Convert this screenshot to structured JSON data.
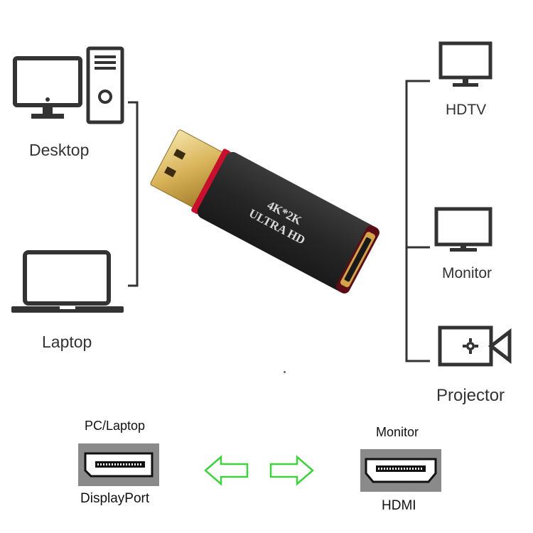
{
  "sources": {
    "desktop_label": "Desktop",
    "laptop_label": "Laptop"
  },
  "displays": {
    "hdtv_label": "HDTV",
    "monitor_label": "Monitor",
    "projector_label": "Projector"
  },
  "adapter": {
    "line1": "4K*2K",
    "line2": "ULTRA HD"
  },
  "ports": {
    "input_top_label": "PC/Laptop",
    "input_bottom_label": "DisplayPort",
    "output_top_label": "Monitor",
    "output_bottom_label": "HDMI"
  },
  "colors": {
    "icon": "#333333",
    "arrow": "#3fd13f",
    "adapter_body": "#2b2b2b",
    "adapter_accent": "#c8102e",
    "gold": "#d9b45a",
    "port_panel": "#8a8a8a"
  },
  "icons": {
    "desktop": "desktop-computer-icon",
    "laptop": "laptop-icon",
    "hdtv": "tv-icon",
    "monitor": "monitor-icon",
    "projector": "projector-icon",
    "arrow_left": "arrow-left-icon",
    "arrow_right": "arrow-right-icon"
  }
}
